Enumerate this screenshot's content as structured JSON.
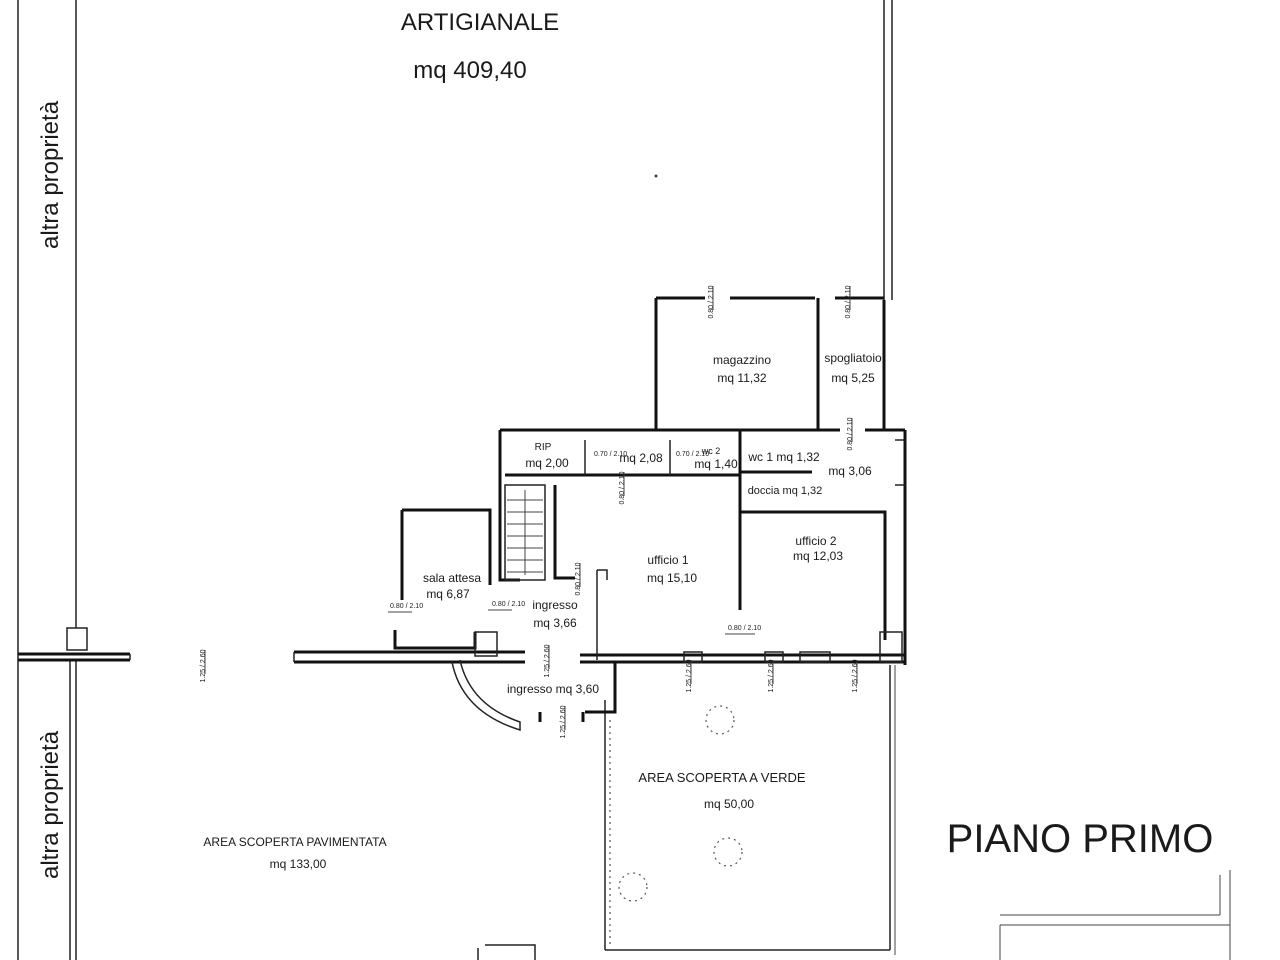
{
  "plan": {
    "main_area": {
      "name": "ARTIGIANALE",
      "area": "mq 409,40"
    },
    "neighbor_labels": [
      "altra proprietà",
      "altra proprietà"
    ],
    "floor_title": "PIANO PRIMO",
    "rooms": {
      "magazzino": {
        "name": "magazzino",
        "area": "mq 11,32"
      },
      "spogliatoio": {
        "name": "spogliatoio",
        "area": "mq 5,25"
      },
      "rip": {
        "name": "RIP",
        "area": "mq 2,00"
      },
      "corridoio": {
        "area": "mq 2,08"
      },
      "wc2": {
        "name": "wc 2",
        "area": "mq 1,40"
      },
      "wc1": {
        "label": "wc 1 mq 1,32"
      },
      "bagno": {
        "area": "mq 3,06"
      },
      "doccia": {
        "label": "doccia mq 1,32"
      },
      "ufficio1": {
        "name": "ufficio 1",
        "area": "mq 15,10"
      },
      "ufficio2": {
        "name": "ufficio 2",
        "area": "mq 12,03"
      },
      "sala_attesa": {
        "name": "sala attesa",
        "area": "mq 6,87"
      },
      "ingresso_int": {
        "name": "ingresso",
        "area": "mq 3,66"
      },
      "ingresso_ext": {
        "label": "ingresso mq 3,60"
      }
    },
    "outdoor": {
      "area_verde": {
        "name": "AREA SCOPERTA A VERDE",
        "area": "mq 50,00"
      },
      "area_pavimentata": {
        "name": "AREA SCOPERTA PAVIMENTATA",
        "area": "mq 133,00"
      }
    },
    "dimension_marks": {
      "d_mag": "0.80 / 2.10",
      "d_spo1": "0.80 / 2.10",
      "d_spo2": "0.80 / 2.10",
      "d_rip": "0.70 / 2.10",
      "d_wc2": "0.70 / 2.10",
      "d_uff1": "0.80 / 2.10",
      "d_sal": "0.80 / 2.10",
      "d_ing": "0.80 / 2.10",
      "d_scala": "0.80 / 2.10",
      "d_uff2": "0.80 / 2.10",
      "d_ent": "1.25 / 2.60",
      "d_win1": "1.25 / 2.60",
      "d_win2": "1.25 / 2.60",
      "d_win3": "1.25 / 2.60",
      "d_ext1": "1.25 / 2.60",
      "d_ext2": "1.25 / 2.60"
    }
  }
}
